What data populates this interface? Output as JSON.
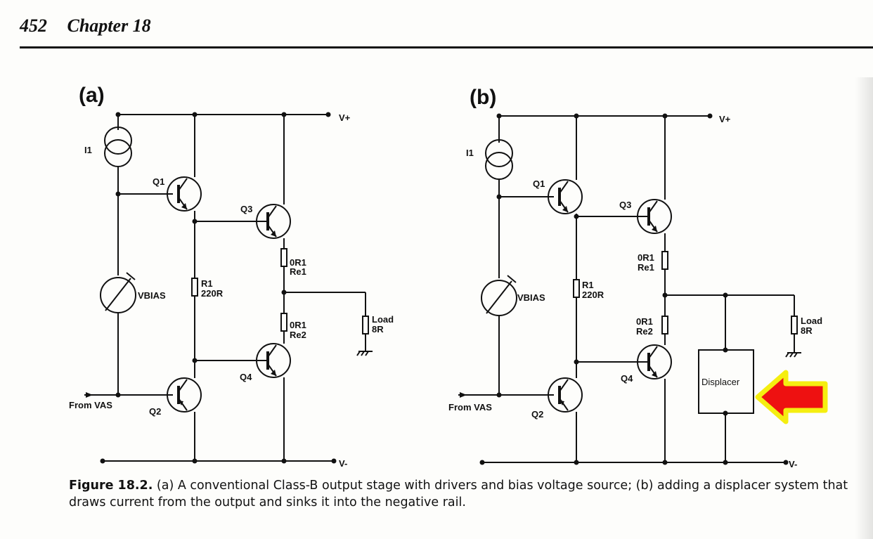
{
  "header": {
    "page_number": "452",
    "chapter": "Chapter 18"
  },
  "figure": {
    "panel_a": {
      "label": "(a)",
      "v_plus": "V+",
      "v_minus": "V-",
      "i1": "I1",
      "q1": "Q1",
      "q2": "Q2",
      "q3": "Q3",
      "q4": "Q4",
      "vbias": "VBIAS",
      "r1_name": "R1",
      "r1_value": "220R",
      "re1_value": "0R1",
      "re1_name": "Re1",
      "re2_value": "0R1",
      "re2_name": "Re2",
      "load_name": "Load",
      "load_value": "8R",
      "input": "From VAS"
    },
    "panel_b": {
      "label": "(b)",
      "v_plus": "V+",
      "v_minus": "V-",
      "i1": "I1",
      "q1": "Q1",
      "q2": "Q2",
      "q3": "Q3",
      "q4": "Q4",
      "vbias": "VBIAS",
      "r1_name": "R1",
      "r1_value": "220R",
      "re1_value": "0R1",
      "re1_name": "Re1",
      "re2_value": "0R1",
      "re2_name": "Re2",
      "load_name": "Load",
      "load_value": "8R",
      "input": "From VAS",
      "displacer": "Displacer"
    }
  },
  "colors": {
    "arrow_fill": "#ee1111",
    "arrow_outline": "#f5ee10",
    "ink": "#111111"
  },
  "caption": {
    "label": "Figure 18.2.",
    "line1": " (a) A conventional Class-B output stage with drivers and bias voltage source; (b) adding a displacer system that",
    "line2": "draws current from the output and sinks it into the negative rail."
  }
}
